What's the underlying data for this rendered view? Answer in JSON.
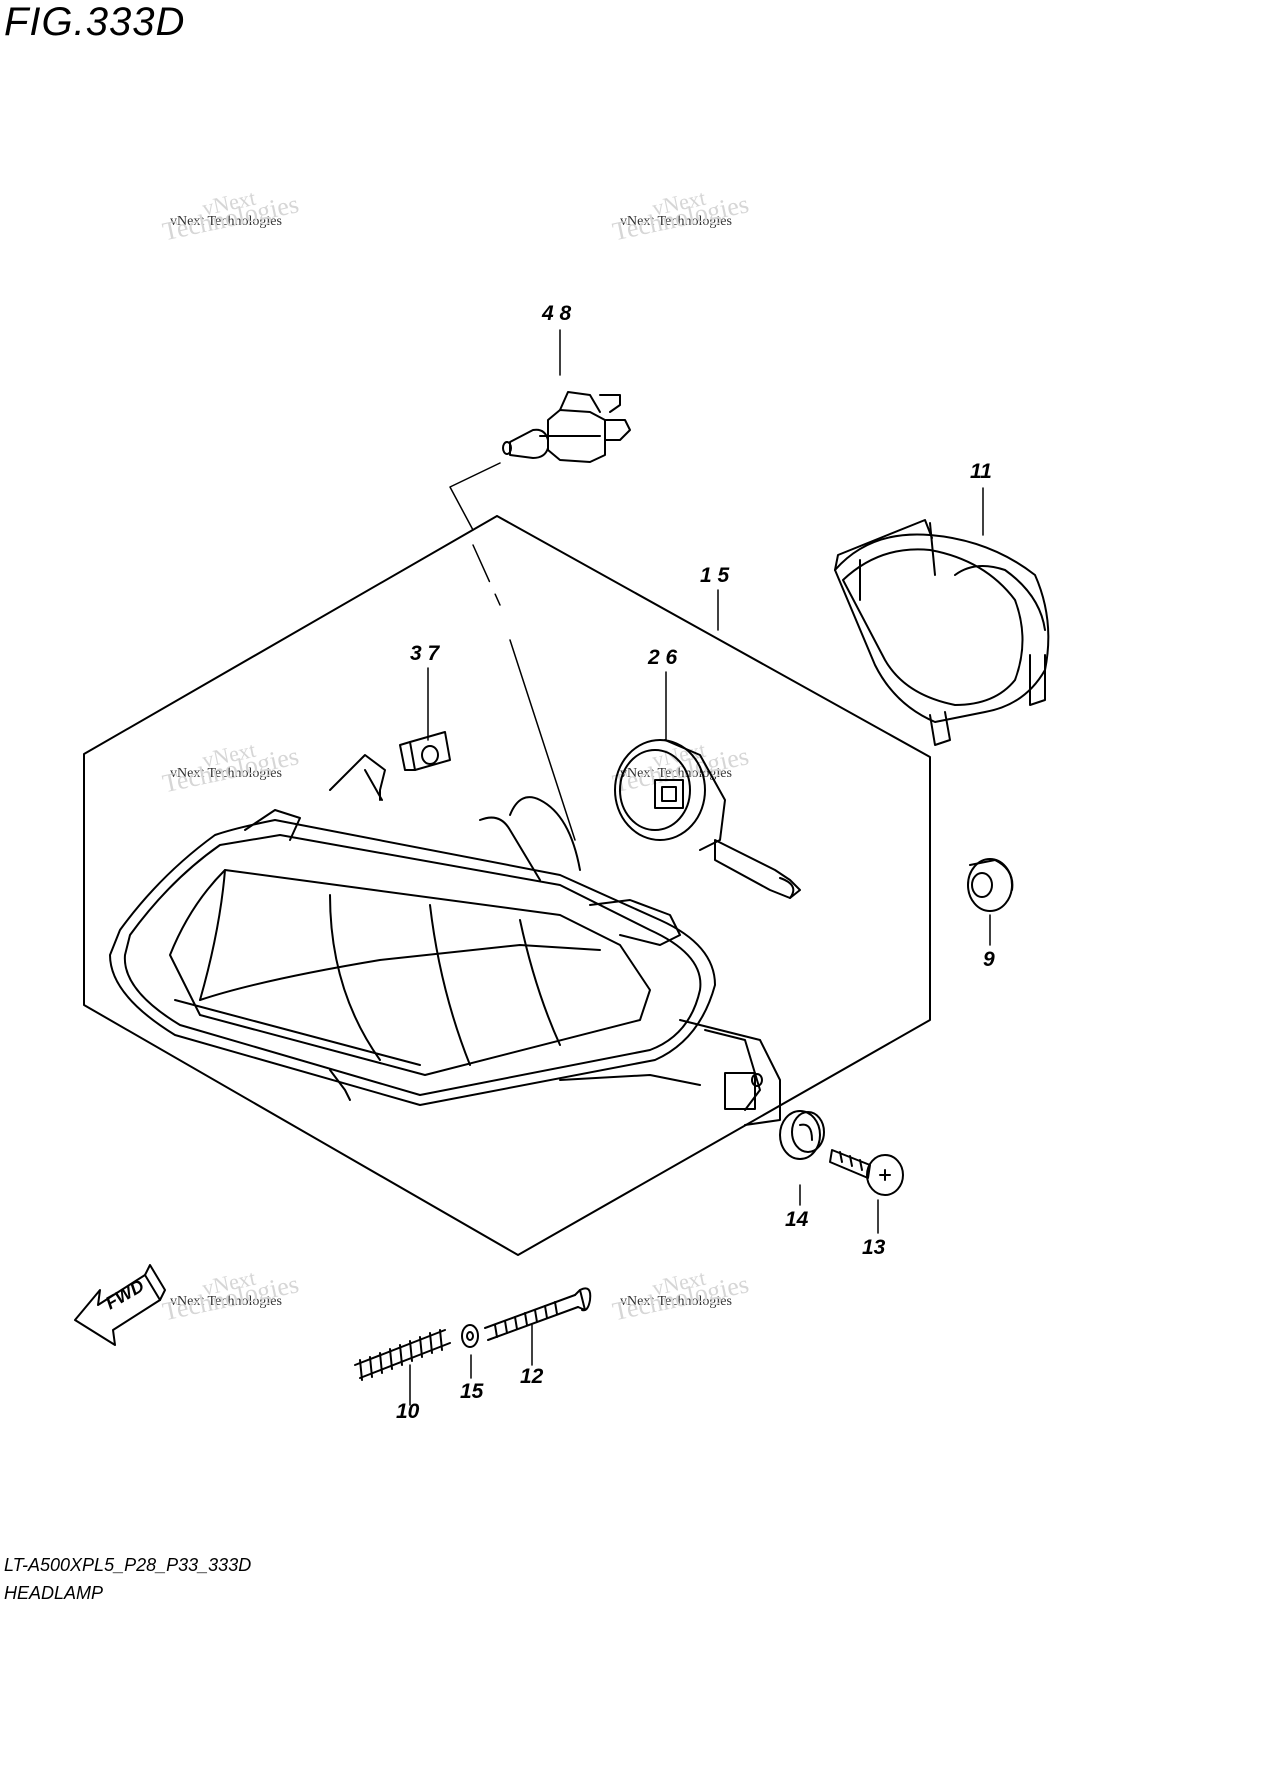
{
  "figure": {
    "title": "FIG.333D"
  },
  "footer": {
    "model_code": "LT-A500XPL5_P28_P33_333D",
    "section_name": "HEADLAMP"
  },
  "fwd_arrow": {
    "label": "FWD"
  },
  "callouts": {
    "c48": "4 8",
    "c11": "11",
    "c15": "1 5",
    "c37": "3 7",
    "c26": "2 6",
    "c9": "9",
    "c14": "14",
    "c13": "13",
    "c10": "10",
    "c15b": "15",
    "c12": "12"
  },
  "watermark": {
    "line1": "vNext",
    "line2": "vNext Technologies",
    "line3": "Technologies"
  }
}
